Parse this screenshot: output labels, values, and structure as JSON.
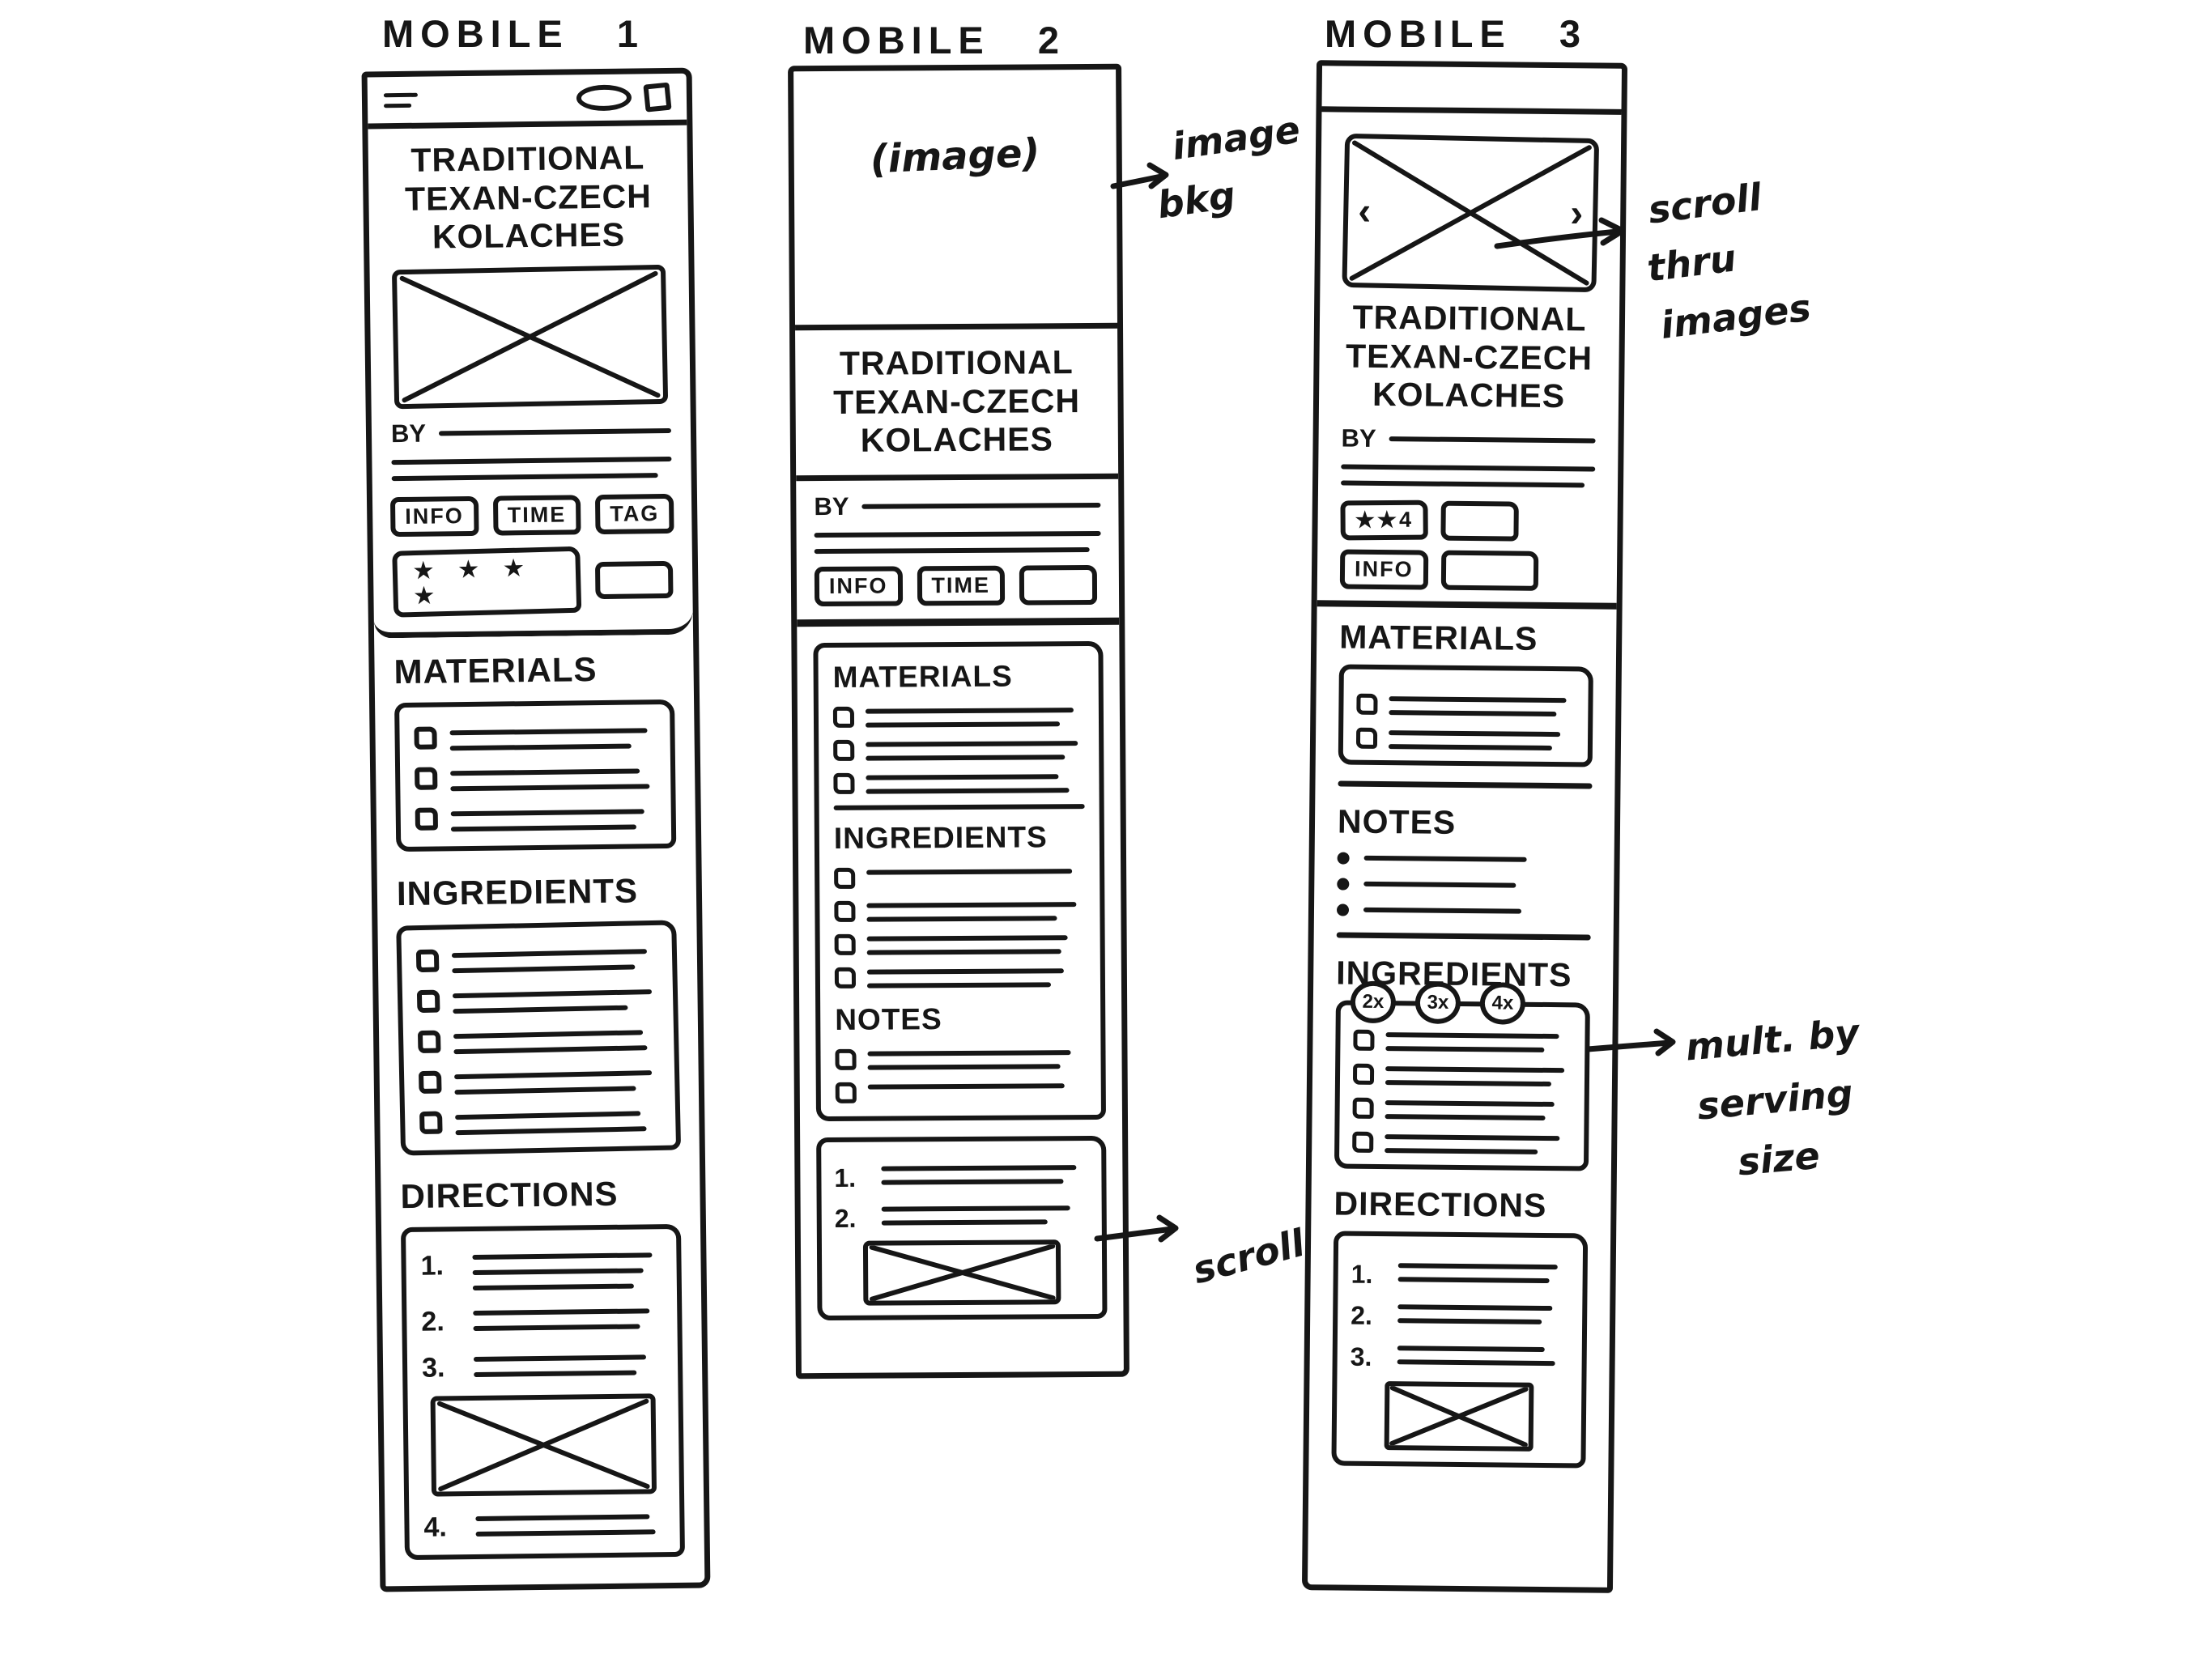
{
  "page": {
    "background": "#ffffff",
    "ink": "#161616"
  },
  "mobile1": {
    "label": "MOBILE 1",
    "title_lines": [
      "TRADITIONAL",
      "TEXAN-CZECH",
      "KOLACHES"
    ],
    "byline_label": "BY",
    "buttons": [
      "INFO",
      "TIME",
      "TAG"
    ],
    "rating_stars": "★ ★ ★ ★",
    "materials_heading": "MATERIALS",
    "ingredients_heading": "INGREDIENTS",
    "directions_heading": "DIRECTIONS",
    "direction_numbers": [
      "1.",
      "2.",
      "3.",
      "4."
    ]
  },
  "mobile2": {
    "label": "MOBILE 2",
    "image_placeholder": "(image)",
    "title_lines": [
      "TRADITIONAL",
      "TEXAN-CZECH",
      "KOLACHES"
    ],
    "byline_label": "BY",
    "buttons": [
      "INFO",
      "TIME"
    ],
    "materials_heading": "MATERIALS",
    "ingredients_heading": "INGREDIENTS",
    "notes_heading": "NOTES",
    "step_numbers": [
      "1.",
      "2."
    ]
  },
  "mobile3": {
    "label": "MOBILE 3",
    "carousel_prev": "‹",
    "carousel_next": "›",
    "title_lines": [
      "TRADITIONAL",
      "TEXAN-CZECH",
      "KOLACHES"
    ],
    "byline_label": "BY",
    "rating_pill": "★★4",
    "info_button": "INFO",
    "materials_heading": "MATERIALS",
    "notes_heading": "NOTES",
    "ingredients_heading": "INGREDIENTS",
    "directions_heading": "DIRECTIONS",
    "multipliers": [
      "2x",
      "3x",
      "4x"
    ],
    "step_numbers": [
      "1.",
      "2.",
      "3."
    ]
  },
  "annotations": {
    "image_bkg": [
      "image",
      "bkg"
    ],
    "scroll": "scroll",
    "scroll_thru": [
      "scroll",
      "thru",
      "images"
    ],
    "mult_serving": [
      "mult. by",
      "serving",
      "size"
    ]
  }
}
